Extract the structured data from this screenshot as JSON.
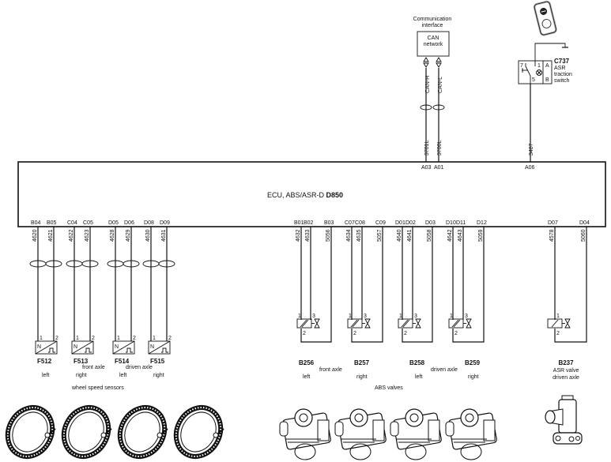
{
  "ecu": {
    "title_prefix": "ECU, ABS/ASR-D ",
    "code": "D850",
    "top_pins": [
      {
        "pin": "A03",
        "wire": "3701L"
      },
      {
        "pin": "A01",
        "wire": "3700L"
      },
      {
        "pin": "A06",
        "wire": "3487"
      }
    ],
    "bottom_pins": [
      {
        "pin": "B04",
        "wire": "4620"
      },
      {
        "pin": "B05",
        "wire": "4621"
      },
      {
        "pin": "C04",
        "wire": "4622"
      },
      {
        "pin": "C05",
        "wire": "4623"
      },
      {
        "pin": "D05",
        "wire": "4628"
      },
      {
        "pin": "D06",
        "wire": "4629"
      },
      {
        "pin": "D08",
        "wire": "4630"
      },
      {
        "pin": "D09",
        "wire": "4631"
      },
      {
        "pin": "B01",
        "wire": "4632"
      },
      {
        "pin": "B02",
        "wire": "4633"
      },
      {
        "pin": "B03",
        "wire": "5056"
      },
      {
        "pin": "C07",
        "wire": "4634"
      },
      {
        "pin": "C08",
        "wire": "4635"
      },
      {
        "pin": "C09",
        "wire": "5057"
      },
      {
        "pin": "D01",
        "wire": "4640"
      },
      {
        "pin": "D02",
        "wire": "4641"
      },
      {
        "pin": "D03",
        "wire": "5058"
      },
      {
        "pin": "D10",
        "wire": "4642"
      },
      {
        "pin": "D11",
        "wire": "4643"
      },
      {
        "pin": "D12",
        "wire": "5059"
      },
      {
        "pin": "D07",
        "wire": "4578"
      },
      {
        "pin": "D04",
        "wire": "5060"
      }
    ]
  },
  "can": {
    "caption_line1": "Communication",
    "caption_line2": "interface",
    "box_line1": "CAN",
    "box_line2": "network",
    "wire_h": "CAN-H",
    "wire_l": "CAN-L"
  },
  "switch": {
    "code": "C737",
    "line1": "ASR",
    "line2": "traction",
    "line3": "switch",
    "pins": [
      "7",
      "1",
      "A",
      "5",
      "B"
    ]
  },
  "sensors": {
    "items": [
      {
        "code": "F512"
      },
      {
        "code": "F513"
      },
      {
        "code": "F514"
      },
      {
        "code": "F515"
      }
    ],
    "pin1": "1",
    "pin2": "2",
    "n_label": "N",
    "front_axle": "front axle",
    "driven_axle": "driven axle",
    "left": "left",
    "right": "right",
    "group_label": "wheel speed sensors"
  },
  "abs_valves": {
    "items": [
      {
        "code": "B256"
      },
      {
        "code": "B257"
      },
      {
        "code": "B258"
      },
      {
        "code": "B259"
      }
    ],
    "front_axle": "front axle",
    "driven_axle": "driven axle",
    "left": "left",
    "right": "right",
    "group_label": "ABS valves"
  },
  "asr_valve": {
    "code": "B237",
    "line1": "ASR valve",
    "line2": "driven axle"
  },
  "valve_pins": [
    "1",
    "3",
    "2"
  ]
}
